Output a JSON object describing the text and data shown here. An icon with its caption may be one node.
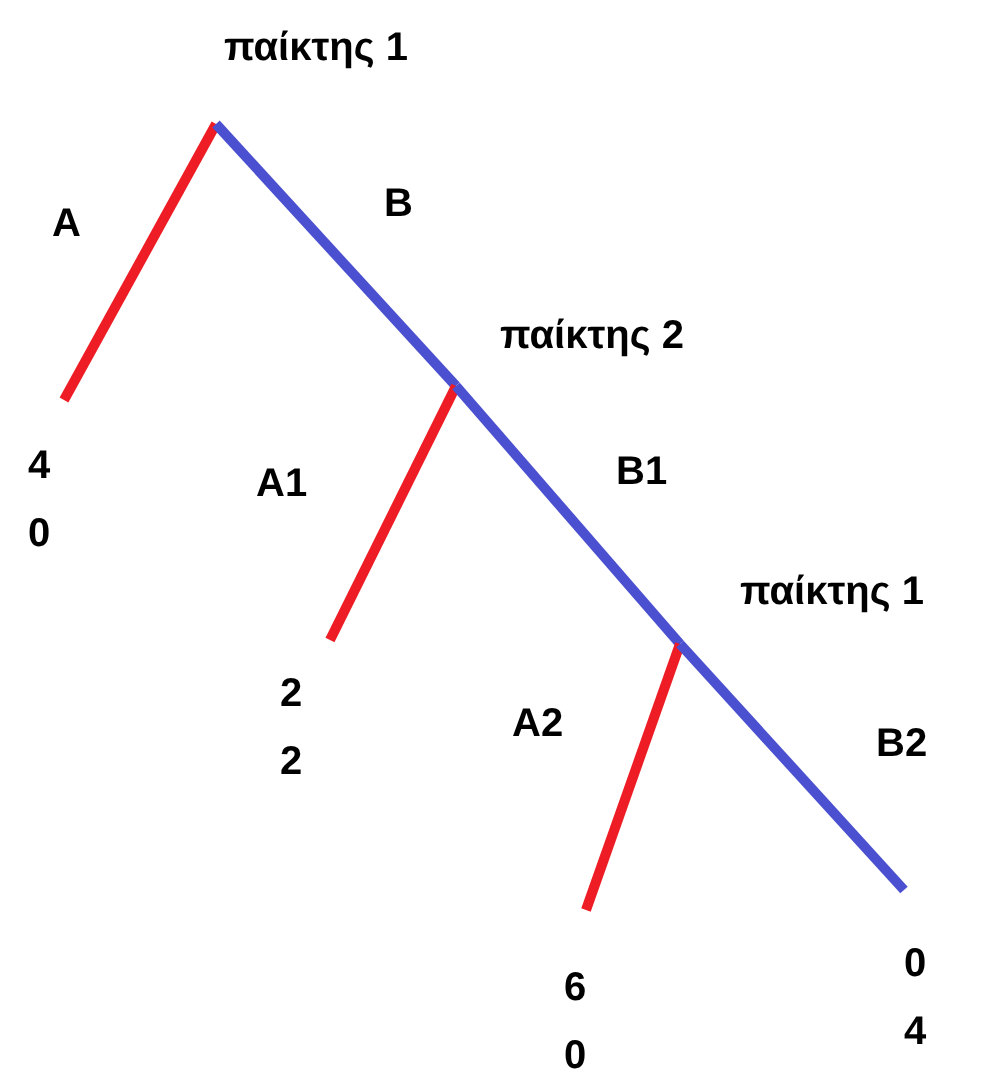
{
  "diagram": {
    "nodes": [
      {
        "text": [
          "παίκτης 1"
        ]
      },
      {
        "text": [
          "4",
          "0"
        ]
      },
      {
        "text": [
          "παίκτης 2"
        ]
      },
      {
        "text": [
          "2",
          "2"
        ]
      },
      {
        "text": [
          "παίκτης 1"
        ]
      },
      {
        "text": [
          "6",
          "0"
        ]
      },
      {
        "text": [
          "0",
          "4"
        ]
      }
    ],
    "edges": [
      {
        "from": 0,
        "to": 1,
        "arrow": "none",
        "label": "A",
        "color": "#ee1c24"
      },
      {
        "from": 0,
        "to": 2,
        "arrow": "none",
        "label": "B",
        "color": "#4b50d0"
      },
      {
        "from": 2,
        "to": 3,
        "arrow": "none",
        "label": "A1",
        "color": "#ee1c24"
      },
      {
        "from": 2,
        "to": 4,
        "arrow": "none",
        "label": "B1",
        "color": "#4b50d0"
      },
      {
        "from": 4,
        "to": 5,
        "arrow": "none",
        "label": "A2",
        "color": "#ee1c24"
      },
      {
        "from": 4,
        "to": 6,
        "arrow": "none",
        "label": "B2",
        "color": "#4b50d0"
      }
    ]
  }
}
